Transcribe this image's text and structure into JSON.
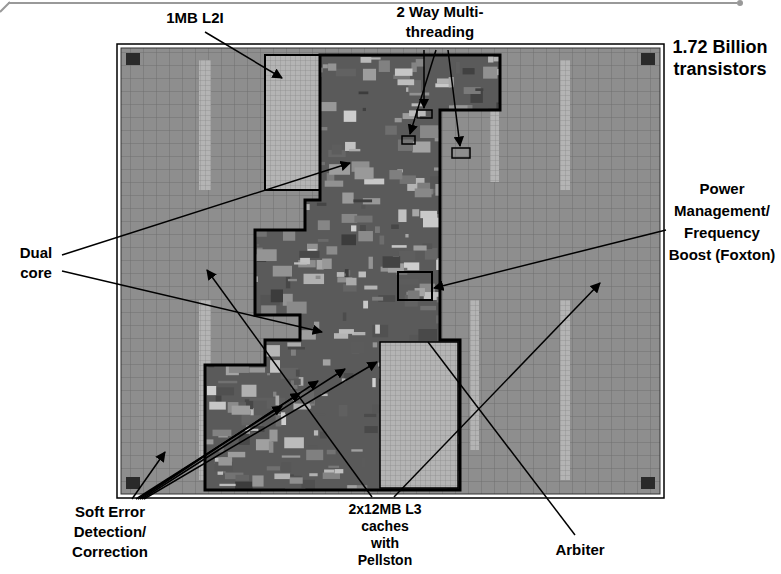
{
  "diagram": {
    "labels": [
      "1MB L2I",
      "2 Way Multi-threading",
      "1.72 Billion transistors",
      "Power Management/ Frequency Boost (Foxton)",
      "Dual core",
      "Soft Error Detection/ Correction",
      "2x12MB L3 caches with Pellston",
      "Arbiter"
    ]
  }
}
